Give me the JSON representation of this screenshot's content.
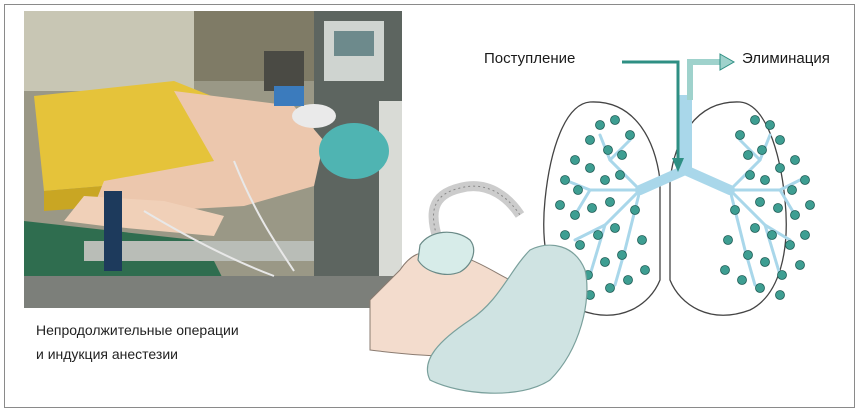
{
  "caption": {
    "line1": "Непродолжительные операции",
    "line2": "и индукция анестезии"
  },
  "labels": {
    "intake": "Поступление",
    "elimination": "Элиминация"
  },
  "colors": {
    "frame": "#8a8a8a",
    "airway": "#a9d7ea",
    "alveolus": "#3e9e92",
    "arrow": "#2e8f83",
    "mask": "#cfe3e2"
  }
}
